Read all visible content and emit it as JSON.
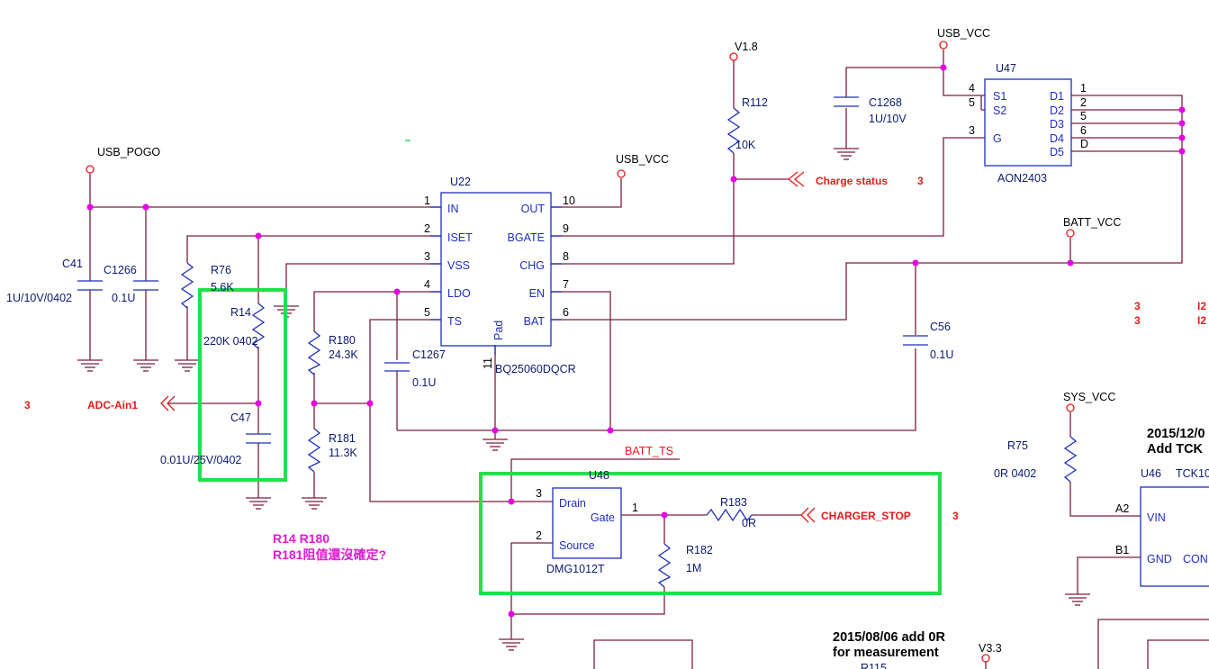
{
  "nets": {
    "usb_pogo": "USB_POGO",
    "usb_vcc_top": "USB_VCC",
    "usb_vcc_mid": "USB_VCC",
    "v18": "V1.8",
    "batt_vcc": "BATT_VCC",
    "sys_vcc": "SYS_VCC",
    "batt_ts": "BATT_TS",
    "v33": "V3.3",
    "charge_status": "Charge status",
    "adc_ain1": "ADC-Ain1",
    "charger_stop": "CHARGER_STOP"
  },
  "u22": {
    "ref": "U22",
    "part": "BQ25060DQCR",
    "left_pins": [
      {
        "num": "1",
        "name": "IN"
      },
      {
        "num": "2",
        "name": "ISET"
      },
      {
        "num": "3",
        "name": "VSS"
      },
      {
        "num": "4",
        "name": "LDO"
      },
      {
        "num": "5",
        "name": "TS"
      }
    ],
    "right_pins": [
      {
        "num": "10",
        "name": "OUT"
      },
      {
        "num": "9",
        "name": "BGATE"
      },
      {
        "num": "8",
        "name": "CHG"
      },
      {
        "num": "7",
        "name": "EN"
      },
      {
        "num": "6",
        "name": "BAT"
      }
    ],
    "pad_name": "Pad",
    "pad_num": "11"
  },
  "u47": {
    "ref": "U47",
    "part": "AON2403",
    "left_pins": [
      {
        "num": "4",
        "name": "S1"
      },
      {
        "num": "5",
        "name": "S2"
      },
      {
        "num": "3",
        "name": "G"
      }
    ],
    "right_pins": [
      {
        "num": "1",
        "name": "D1"
      },
      {
        "num": "2",
        "name": "D2"
      },
      {
        "num": "5",
        "name": "D3"
      },
      {
        "num": "6",
        "name": "D4"
      },
      {
        "num": "D",
        "name": "D5"
      }
    ]
  },
  "u48": {
    "ref": "U48",
    "part": "DMG1012T",
    "drain": "Drain",
    "gate": "Gate",
    "source": "Source",
    "pin_drain": "3",
    "pin_gate": "1",
    "pin_source": "2"
  },
  "u46": {
    "ref": "U46",
    "part": "TCK10",
    "pin_vin_num": "A2",
    "pin_vin": "VIN",
    "pin_gnd_num": "B1",
    "pin_gnd": "GND",
    "pin_con": "CON"
  },
  "components": {
    "c41_ref": "C41",
    "c41_val": "1U/10V/0402",
    "c1266_ref": "C1266",
    "c1266_val": "0.1U",
    "r76_ref": "R76",
    "r76_val": "5.6K",
    "r14_ref": "R14",
    "r14_val": "220K 0402",
    "c47_ref": "C47",
    "c47_val": "0.01U/25V/0402",
    "r180_ref": "R180",
    "r180_val": "24.3K",
    "r181_ref": "R181",
    "r181_val": "11.3K",
    "c1267_ref": "C1267",
    "c1267_val": "0.1U",
    "r112_ref": "R112",
    "r112_val": "10K",
    "c1268_ref": "C1268",
    "c1268_val": "1U/10V",
    "c56_ref": "C56",
    "c56_val": "0.1U",
    "r183_ref": "R183",
    "r183_val": "0R",
    "r182_ref": "R182",
    "r182_val": "1M",
    "r75_ref": "R75",
    "r75_val": "0R 0402",
    "r115_ref": "R115"
  },
  "sheet_refs": {
    "charge_status": "3",
    "adc": "3",
    "charger_stop": "3",
    "right_a": "3",
    "right_b": "3",
    "right_i2c_a": "I2",
    "right_i2c_b": "I2"
  },
  "notes": {
    "r_values_line1": "R14 R180",
    "r_values_line2": "R181阻值還沒確定?",
    "date_0806_line1": "2015/08/06  add  0R",
    "date_0806_line2": "for measurement",
    "date_12_line1": "2015/12/0",
    "date_12_line2": "Add  TCK"
  },
  "colors": {
    "wire": "#7a1f3a",
    "component": "#1f2dbf",
    "junction": "#e600e6",
    "highlight": "#22e04a",
    "net_label_red": "#e51a1a",
    "note_magenta": "#e01ad4"
  }
}
